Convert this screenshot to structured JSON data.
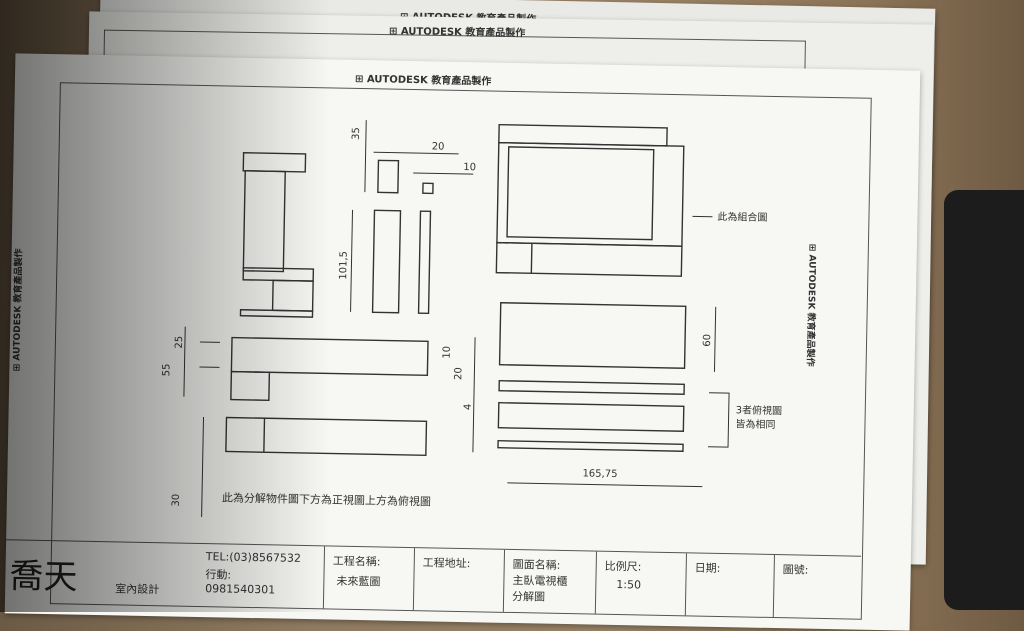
{
  "header": {
    "back_sheet_1": "AUTODESK 教育產品製作",
    "back_sheet_2": "AUTODESK 教育產品製作",
    "front_sheet": "AUTODESK 教育產品製作",
    "side_left": "AUTODESK 教育產品製作",
    "side_right": "AUTODESK 教育產品製作"
  },
  "dimensions": {
    "d35": "35",
    "d20": "20",
    "d10a": "10",
    "d101_5": "101,5",
    "d25": "25",
    "d55": "55",
    "d30": "30",
    "d10b": "10",
    "d20b": "20",
    "d4": "4",
    "d60": "60",
    "d165_75": "165,75"
  },
  "notes": {
    "combined": "此為組合圖",
    "three_same_1": "3者俯視圖",
    "three_same_2": "皆為相同",
    "caption": "此為分解物件圖下方為正視圖上方為俯視圖"
  },
  "title_block": {
    "logo": "喬天",
    "company": "室內設計",
    "tel": "TEL:(03)8567532",
    "mobile_label": "行動:",
    "mobile": "0981540301",
    "project_name_label": "工程名稱:",
    "project_name": "未來藍圖",
    "project_address_label": "工程地址:",
    "drawing_name_label": "圖面名稱:",
    "drawing_name_1": "主臥電視櫃",
    "drawing_name_2": "分解圖",
    "scale_label": "比例尺:",
    "scale": "1:50",
    "date_label": "日期:",
    "drawing_no_label": "圖號:"
  }
}
